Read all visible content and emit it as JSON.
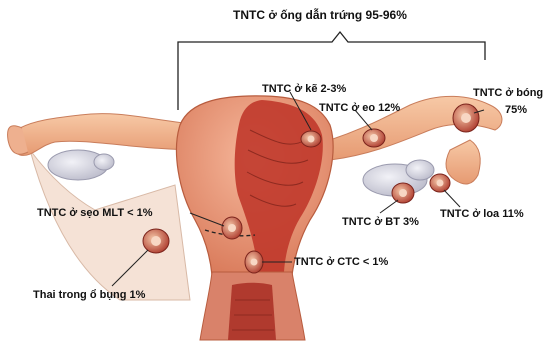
{
  "labels": {
    "title": "TNTC ở ống dẫn trứng 95-96%",
    "ke": "TNTC ở kẽ 2-3%",
    "eo": "TNTC ở eo 12%",
    "bong_line1": "TNTC ở bóng",
    "bong_line2": "75%",
    "seo": "TNTC ở sẹo MLT < 1%",
    "bt": "TNTC ở BT 3%",
    "loa": "TNTC ở loa 11%",
    "ctc": "TNTC ở CTC < 1%",
    "bung": "Thai trong ổ bụng 1%"
  },
  "colors": {
    "uterus": "#e9967a",
    "cavity": "#c0392b",
    "tube": "#f2b38c",
    "ovary": "#d9d9e3",
    "embryo": "#a93226",
    "cervix": "#b03a2e"
  }
}
